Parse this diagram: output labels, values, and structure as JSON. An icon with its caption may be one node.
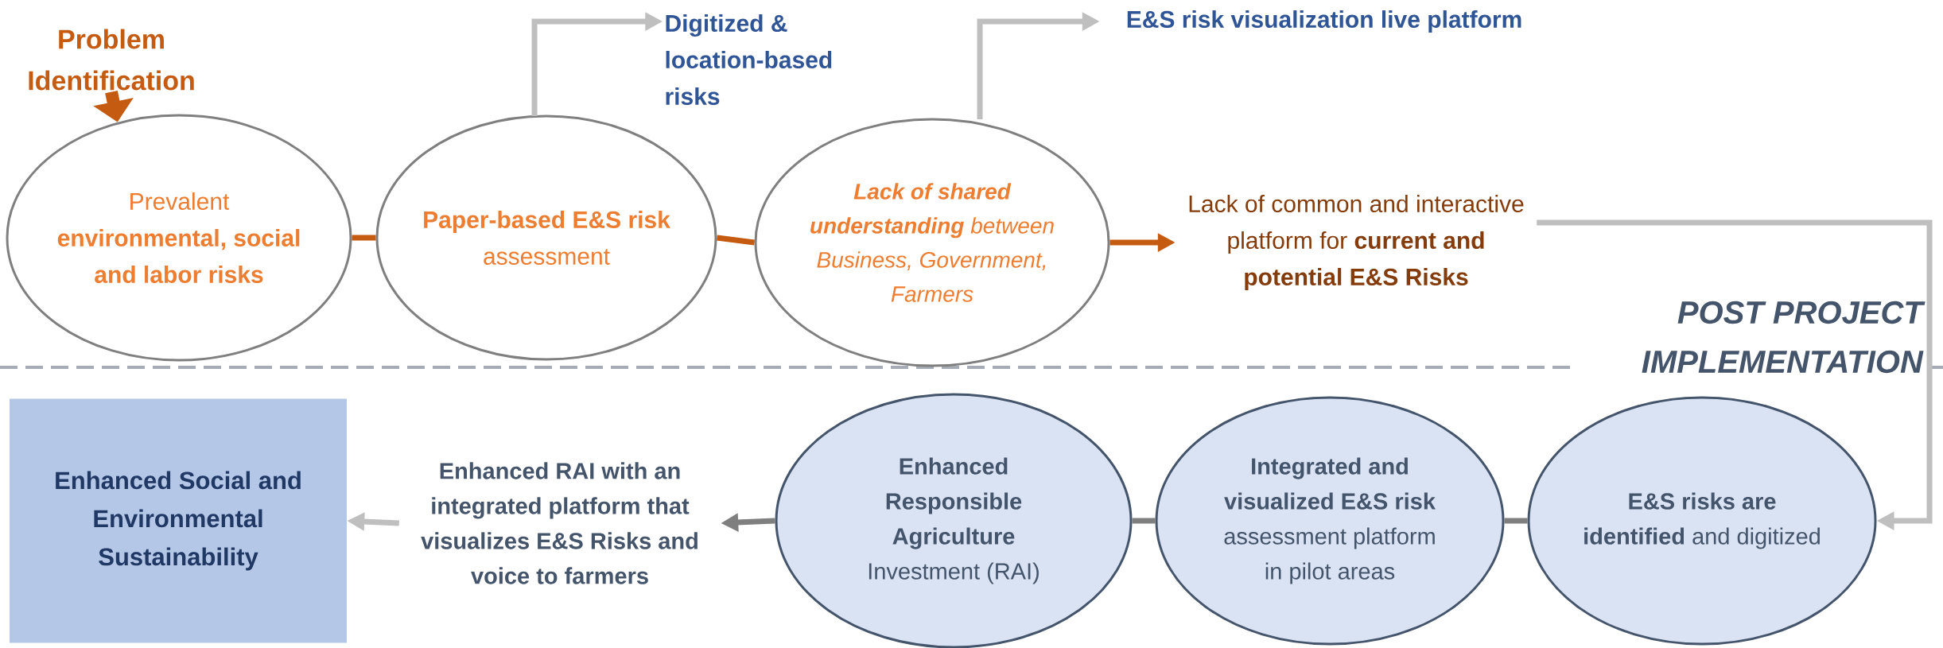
{
  "diagram": {
    "nodes": [
      {
        "text": [
          "Problem Identification"
        ]
      },
      {
        "text": [
          "Prevalent **environmental, social and labor risks**"
        ]
      },
      {
        "text": [
          "**Paper-based E&S risk** assessment"
        ]
      },
      {
        "text": [
          "**Lack of shared understanding** between Business, Government, Farmers"
        ]
      },
      {
        "text": [
          "Lack of common and interactive platform for **current and potential E&S Risks**"
        ]
      },
      {
        "text": [
          "Digitized & location-based risks"
        ]
      },
      {
        "text": [
          "E&S risk visualization live platform"
        ]
      },
      {
        "text": [
          "Enhanced Social and Environmental Sustainability"
        ]
      },
      {
        "text": [
          "Enhanced RAI with an integrated platform that visualizes E&S Risks and voice to farmers"
        ]
      },
      {
        "text": [
          "**Enhanced Responsible Agriculture** Investment (RAI)"
        ]
      },
      {
        "text": [
          "**Integrated and visualized E&S risk** assessment platform in pilot areas"
        ]
      },
      {
        "text": [
          "**E&S risks are identified** and digitized"
        ]
      }
    ],
    "edges": [
      {
        "from": 0,
        "to": 1,
        "arrow": "to",
        "style": "thick",
        "color": "#c55a11"
      },
      {
        "from": 1,
        "to": 2,
        "arrow": "none",
        "color": "#c55a11"
      },
      {
        "from": 2,
        "to": 3,
        "arrow": "none",
        "color": "#c55a11"
      },
      {
        "from": 3,
        "to": 4,
        "arrow": "to",
        "color": "#c55a11"
      },
      {
        "from": 2,
        "to": 5,
        "arrow": "to",
        "color": "#bfbfbf"
      },
      {
        "from": 3,
        "to": 6,
        "arrow": "to",
        "color": "#bfbfbf"
      },
      {
        "from": 4,
        "to": 11,
        "arrow": "to",
        "color": "#bfbfbf"
      },
      {
        "from": 11,
        "to": 10,
        "arrow": "none",
        "color": "#7f7f7f"
      },
      {
        "from": 10,
        "to": 9,
        "arrow": "none",
        "color": "#7f7f7f"
      },
      {
        "from": 9,
        "to": 8,
        "arrow": "to",
        "color": "#7f7f7f"
      },
      {
        "from": 8,
        "to": 7,
        "arrow": "to",
        "color": "#bfbfbf"
      }
    ],
    "labels": [
      "POST PROJECT IMPLEMENTATION"
    ]
  }
}
